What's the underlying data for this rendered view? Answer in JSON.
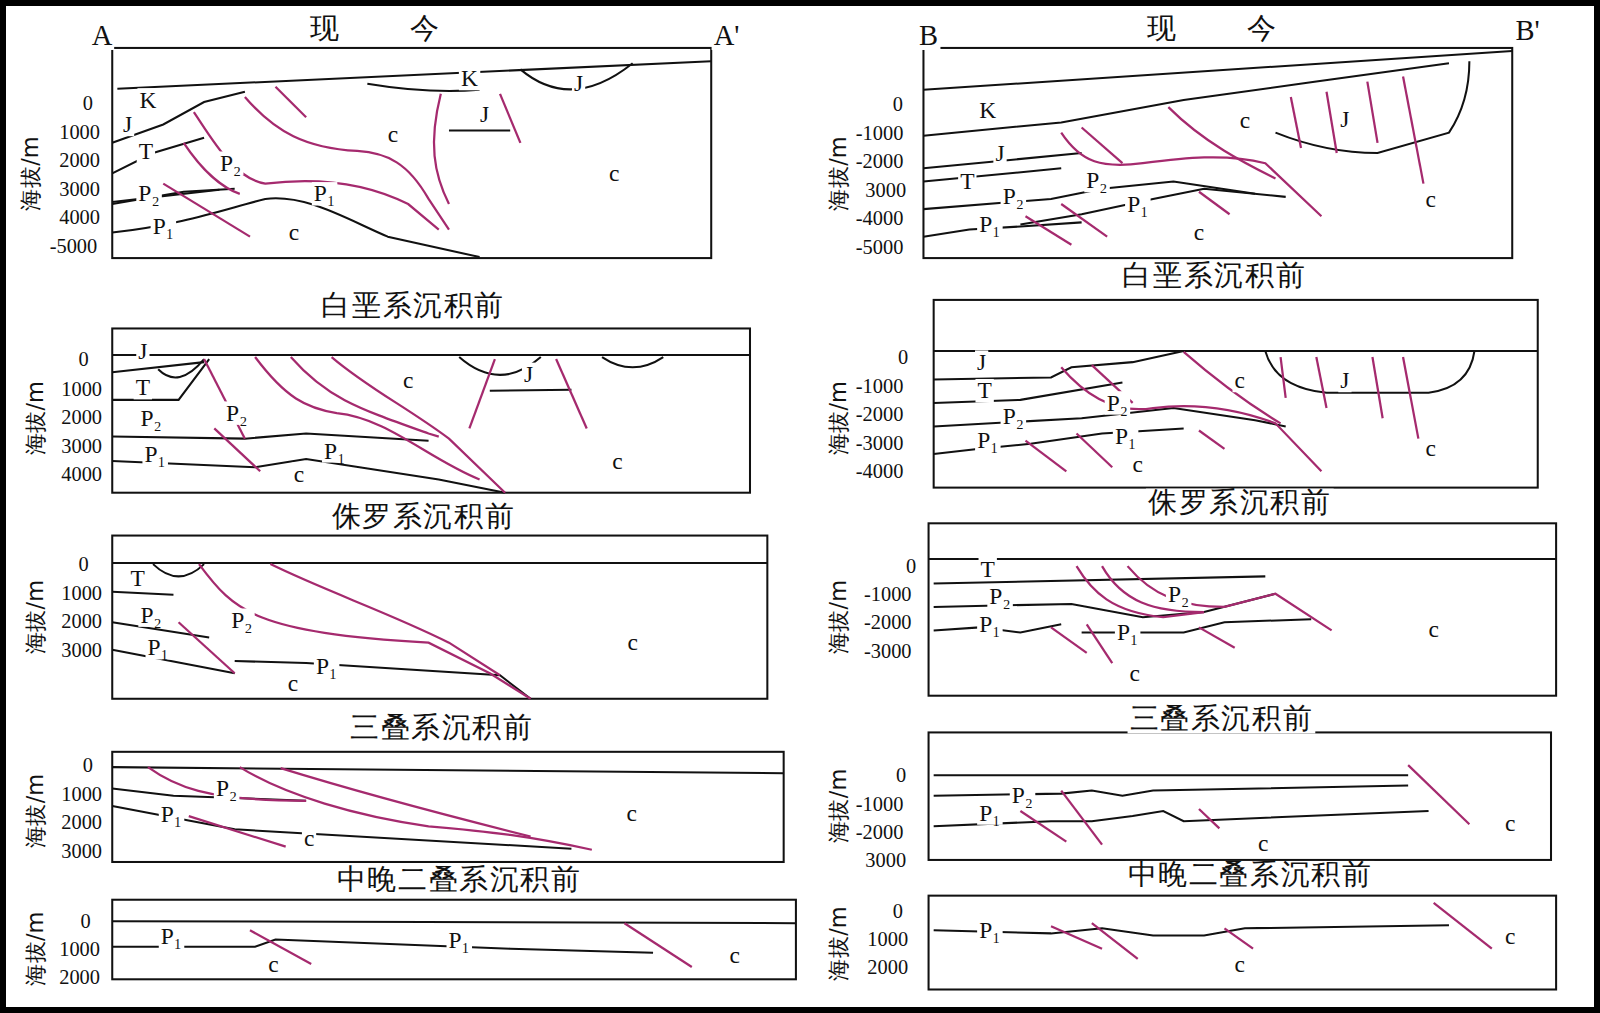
{
  "diagram": {
    "labels": [
      "A",
      "现今",
      "A'",
      "B",
      "现今",
      "B'",
      "0",
      "1000",
      "2000",
      "3000",
      "4000",
      "-5000",
      "海拔/m",
      "K",
      "J",
      "T",
      "P₂",
      "P₂",
      "P₁",
      "P₁",
      "c",
      "c",
      "c",
      "K",
      "J",
      "J",
      "白垩系沉积前",
      "0",
      "1000",
      "2000",
      "3000",
      "4000",
      "海拔/m",
      "J",
      "T",
      "P₂",
      "P₂",
      "P₁",
      "P₁",
      "c",
      "c",
      "c",
      "J",
      "侏罗系沉积前",
      "0",
      "1000",
      "2000",
      "3000",
      "海拔/m",
      "T",
      "P₂",
      "P₂",
      "P₁",
      "P₁",
      "c",
      "c",
      "三叠系沉积前",
      "0",
      "1000",
      "2000",
      "3000",
      "海拔/m",
      "P₂",
      "P₁",
      "c",
      "c",
      "中晚二叠系沉积前",
      "0",
      "1000",
      "2000",
      "海拔/m",
      "P₁",
      "P₁",
      "c",
      "c",
      "0",
      "-1000",
      "-2000",
      "3000",
      "-4000",
      "-5000",
      "海拔/m",
      "K",
      "J",
      "T",
      "P₂",
      "P₂",
      "P₁",
      "P₁",
      "c",
      "c",
      "J",
      "c",
      "白垩系沉积前",
      "0",
      "-1000",
      "-2000",
      "-3000",
      "-4000",
      "海拔/m",
      "J",
      "T",
      "P₂",
      "P₂",
      "P₁",
      "P₁",
      "c",
      "c",
      "J",
      "c",
      "侏罗系沉积前",
      "0",
      "-1000",
      "-2000",
      "-3000",
      "海拔/m",
      "T",
      "P₂",
      "P₁",
      "P₂",
      "P₁",
      "c",
      "c",
      "三叠系沉积前",
      "0",
      "-1000",
      "-2000",
      "3000",
      "海拔/m",
      "P₂",
      "P₁",
      "c",
      "c",
      "中晚二叠系沉积前",
      "0",
      "1000",
      "2000",
      "海拔/m",
      "P₁",
      "c",
      "c"
    ]
  }
}
